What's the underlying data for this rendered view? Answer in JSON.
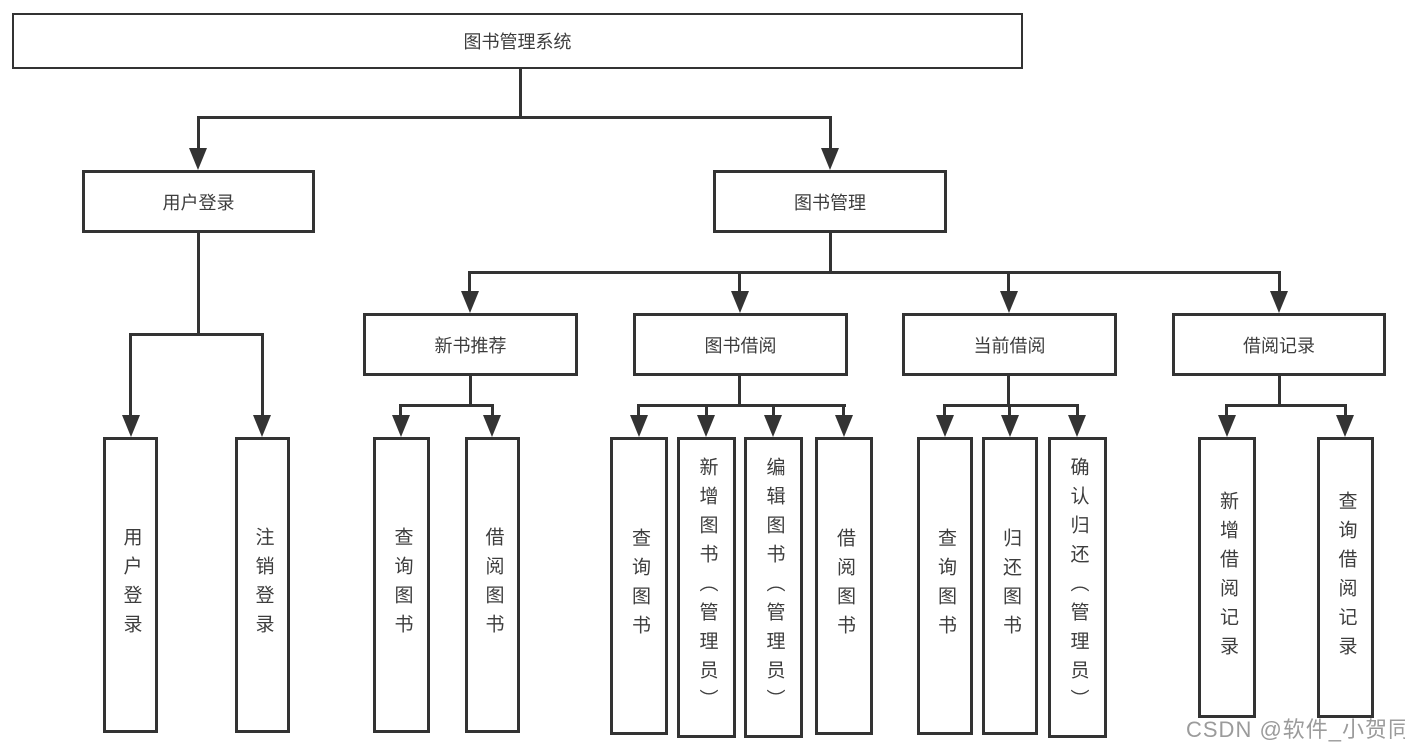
{
  "diagram": {
    "root": "图书管理系统",
    "user": {
      "label": "用户登录",
      "children": [
        "用户登录",
        "注销登录"
      ]
    },
    "mgmt": {
      "label": "图书管理",
      "groups": [
        {
          "label": "新书推荐",
          "children": [
            "查询图书",
            "借阅图书"
          ]
        },
        {
          "label": "图书借阅",
          "children": [
            "查询图书",
            "新增图书（管理员）",
            "编辑图书（管理员）",
            "借阅图书"
          ]
        },
        {
          "label": "当前借阅",
          "children": [
            "查询图书",
            "归还图书",
            "确认归还（管理员）"
          ]
        },
        {
          "label": "借阅记录",
          "children": [
            "新增借阅记录",
            "查询借阅记录"
          ]
        }
      ]
    }
  },
  "watermark": "CSDN @软件_小贺同学",
  "colors": {
    "line": "#333333",
    "text": "#3d3d3d",
    "background": "#ffffff",
    "watermark": "#9b9b9b"
  }
}
